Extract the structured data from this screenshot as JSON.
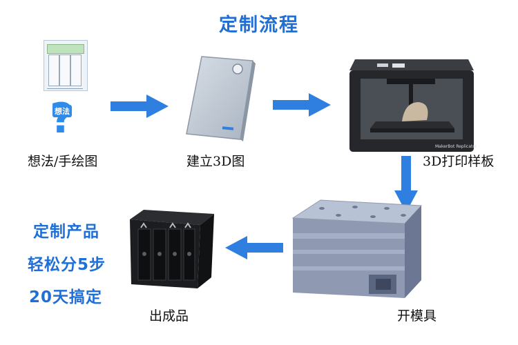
{
  "title": "定制流程",
  "steps": {
    "idea": {
      "caption": "想法/手绘图",
      "badge": "想法"
    },
    "model": {
      "caption": "建立3D图"
    },
    "print": {
      "caption": "3D打印样板",
      "brand": "MakerBot Replicator"
    },
    "mold": {
      "caption": "开模具"
    },
    "product": {
      "caption": "出成品"
    }
  },
  "side_text": [
    "定制产品",
    "轻松分5步",
    "20天搞定"
  ],
  "colors": {
    "accent": "#1f6fd6",
    "arrow": "#2f7fe0",
    "caption": "#111111"
  },
  "icons": {
    "idea": "sketch-and-question-icon",
    "model": "3d-model-icon",
    "print": "3d-printer-icon",
    "mold": "mold-icon",
    "product": "battery-holder-icon"
  }
}
